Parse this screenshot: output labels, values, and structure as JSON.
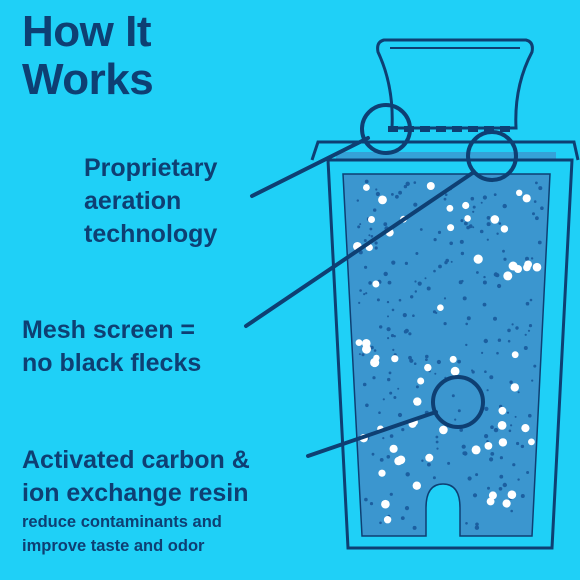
{
  "title": {
    "line1": "How It",
    "line2": "Works"
  },
  "callouts": [
    {
      "lines": [
        "Proprietary",
        "aeration",
        "technology"
      ]
    },
    {
      "lines": [
        "Mesh screen =",
        "no black flecks"
      ]
    },
    {
      "lines": [
        "Activated carbon &",
        "ion exchange resin"
      ],
      "sub": [
        "reduce contaminants and",
        "improve taste and odor"
      ]
    }
  ],
  "colors": {
    "background": "#1fd0f7",
    "outline": "#0e3f73",
    "chamber": "#3b96cf",
    "bubble": "#ffffff",
    "dot": "#1c5fa0"
  }
}
